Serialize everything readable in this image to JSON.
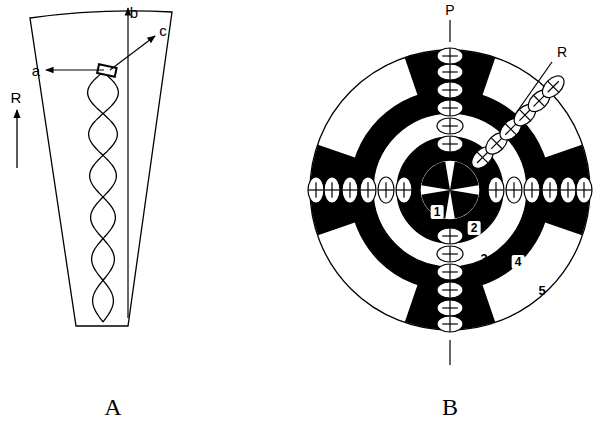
{
  "diagram": {
    "labels": [
      "b",
      "c",
      "a",
      "R",
      "P",
      "R",
      "1",
      "2",
      "3",
      "4",
      "5",
      "A",
      "B"
    ]
  }
}
